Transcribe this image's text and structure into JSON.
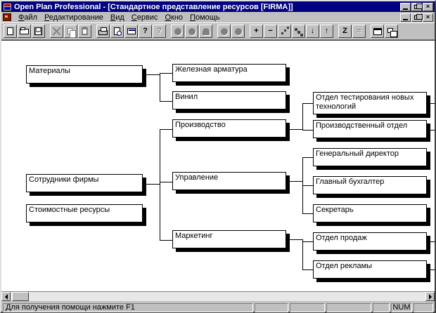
{
  "window": {
    "title": "Open Plan Professional - [Стандартное представление ресурсов [FIRMA]]"
  },
  "icons": {
    "minimize": "",
    "restore": "",
    "close": "×",
    "help": "?",
    "context_help": "?",
    "plus": "+",
    "minus": "−",
    "arrow_down": "↓",
    "arrow_up": "↑",
    "zigzag": "Z",
    "wave": "≈"
  },
  "menu": {
    "items": [
      {
        "accel": "Ф",
        "rest": "айл"
      },
      {
        "accel": "Р",
        "rest": "едактирование"
      },
      {
        "accel": "В",
        "rest": "ид"
      },
      {
        "accel": "С",
        "rest": "ервис"
      },
      {
        "accel": "О",
        "rest": "кно"
      },
      {
        "accel": "П",
        "rest": "омощь"
      }
    ]
  },
  "toolbar": {
    "buttons": [
      "new",
      "open",
      "save",
      "cut (disabled)",
      "copy (disabled)",
      "paste (disabled)",
      "print",
      "print-preview",
      "print-setup",
      "help",
      "context-help (disabled)",
      "resource-circle-1 (disabled)",
      "resource-circle-2 (disabled)",
      "resource-arch (disabled)",
      "resource-circle-3 (disabled)",
      "resource-circle-4 (disabled)",
      "add-plus",
      "remove-minus",
      "link-dots",
      "steps",
      "move-down",
      "move-up",
      "zigzag-sort",
      "wave (disabled)",
      "window-split",
      "window-new"
    ]
  },
  "diagram": {
    "nodes": [
      {
        "label": "Материалы"
      },
      {
        "label": "Железная арматура"
      },
      {
        "label": "Винил"
      },
      {
        "label": "Производство"
      },
      {
        "label": "Управление"
      },
      {
        "label": "Маркетинг"
      },
      {
        "label": "Сотрудники фирмы"
      },
      {
        "label": "Стоимостные ресурсы"
      },
      {
        "label": "Отдел тестирования новых технологий",
        "continues_right": true
      },
      {
        "label": "Производственный отдел",
        "continues_right": true
      },
      {
        "label": "Генеральный директор"
      },
      {
        "label": "Главный бухгалтер"
      },
      {
        "label": "Секретарь"
      },
      {
        "label": "Отдел продаж",
        "continues_right": true
      },
      {
        "label": "Отдел рекламы",
        "continues_right": true
      }
    ],
    "edges": [
      [
        "Материалы",
        "Железная арматура"
      ],
      [
        "Материалы",
        "Винил"
      ],
      [
        "Сотрудники фирмы",
        "Производство"
      ],
      [
        "Сотрудники фирмы",
        "Управление"
      ],
      [
        "Сотрудники фирмы",
        "Маркетинг"
      ],
      [
        "Производство",
        "Отдел тестирования новых технологий"
      ],
      [
        "Производство",
        "Производственный отдел"
      ],
      [
        "Управление",
        "Генеральный директор"
      ],
      [
        "Управление",
        "Главный бухгалтер"
      ],
      [
        "Управление",
        "Секретарь"
      ],
      [
        "Маркетинг",
        "Отдел продаж"
      ],
      [
        "Маркетинг",
        "Отдел рекламы"
      ]
    ]
  },
  "statusbar": {
    "message": "Для получения помощи нажмите F1",
    "num": "NUM"
  },
  "colors": {
    "titlebar": "#000080",
    "chrome": "#c0c0c0",
    "canvas": "#ffffff",
    "box_border": "#000000",
    "box_shadow": "#000000"
  }
}
